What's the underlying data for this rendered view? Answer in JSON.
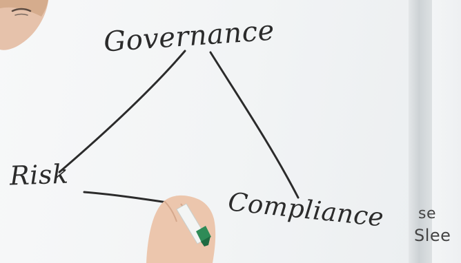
{
  "diagram": {
    "nodes": {
      "governance": "Governance",
      "risk": "Risk",
      "compliance": "Compliance"
    },
    "edges": [
      {
        "from": "governance",
        "to": "risk"
      },
      {
        "from": "governance",
        "to": "compliance"
      },
      {
        "from": "risk",
        "to": "compliance"
      }
    ]
  },
  "margin_text": {
    "line1": "se",
    "line2": "Slee"
  },
  "colors": {
    "ink": "#2b2b2b",
    "board": "#f4f6f7",
    "marker_cap": "#2e8b57",
    "skin": "#e9c1a6"
  }
}
